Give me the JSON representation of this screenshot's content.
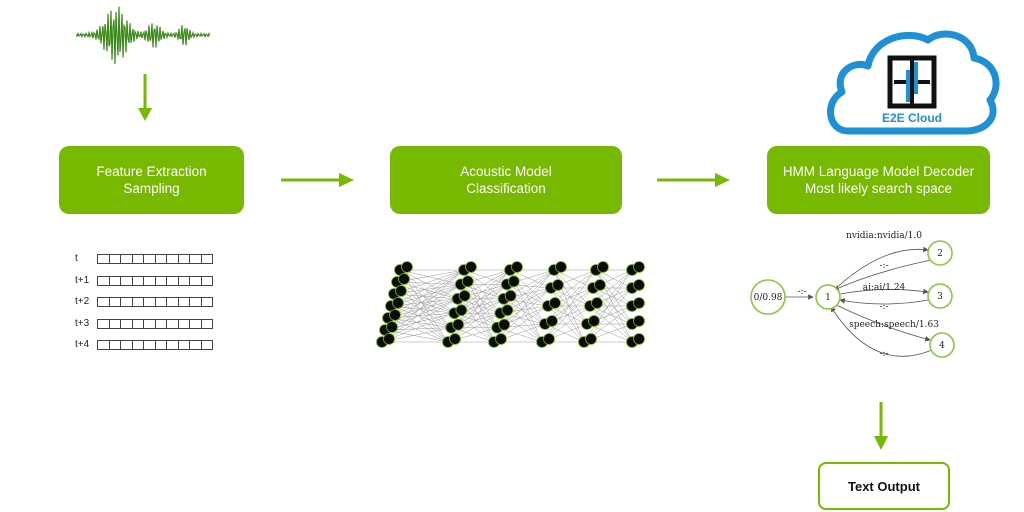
{
  "boxes": {
    "feature": {
      "line1": "Feature Extraction",
      "line2": "Sampling"
    },
    "acoustic": {
      "line1": "Acoustic Model",
      "line2": "Classification"
    },
    "decoder": {
      "line1": "HMM Language Model Decoder",
      "line2": "Most likely search space"
    }
  },
  "output_label": "Text Output",
  "frames": [
    "t",
    "t+1",
    "t+2",
    "t+3",
    "t+4"
  ],
  "logo": {
    "text": "E2E Cloud"
  },
  "wfst": {
    "nodes": [
      "0/0.98",
      "1",
      "2",
      "3",
      "4"
    ],
    "arcs": {
      "nvidia": "nvidia:nvidia/1.0",
      "ai": "ai:ai/1.24",
      "speech": "speech:speech/1.63",
      "eps": "-:-"
    }
  },
  "colors": {
    "accent": "#76b900",
    "logo_blue": "#1e90d6",
    "node_green": "#8cc63f"
  }
}
